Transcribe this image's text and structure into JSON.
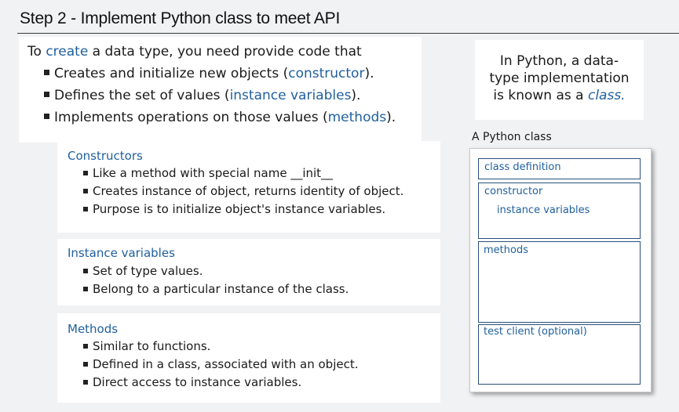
{
  "title": "Step 2 - Implement Python class to meet API",
  "intro": {
    "lead_prefix": "To ",
    "lead_keyword": "create",
    "lead_suffix": " a data type, you need provide code that",
    "items": [
      {
        "pre": "Creates and initialize new objects (",
        "kw": "constructor",
        "post": ")."
      },
      {
        "pre": "Defines the set of values (",
        "kw": "instance variables",
        "post": ")."
      },
      {
        "pre": "Implements operations on those values (",
        "kw": "methods",
        "post": ")."
      }
    ]
  },
  "note": {
    "line1": "In Python, a data-",
    "line2": "type implementation",
    "line3_pre": "is known as a ",
    "line3_kw": "class."
  },
  "constructors": {
    "heading": "Constructors",
    "items": [
      "Like a method with special name __init__",
      "Creates instance of object, returns identity of object.",
      "Purpose is to initialize object's instance variables."
    ]
  },
  "instance_variables": {
    "heading": "Instance variables",
    "items": [
      "Set of type values.",
      "Belong to a particular instance of the class."
    ]
  },
  "methods": {
    "heading": "Methods",
    "items": [
      "Similar to functions.",
      "Defined in a class, associated with an object.",
      "Direct access to instance variables."
    ]
  },
  "diagram": {
    "label": "A Python class",
    "class_definition": "class definition",
    "constructor": "constructor",
    "instance_variables": "instance  variables",
    "methods": "methods",
    "test_client": "test client (optional)"
  },
  "colors": {
    "accent": "#1f5f9e",
    "background": "#f1f2f4",
    "panel": "#ffffff"
  }
}
